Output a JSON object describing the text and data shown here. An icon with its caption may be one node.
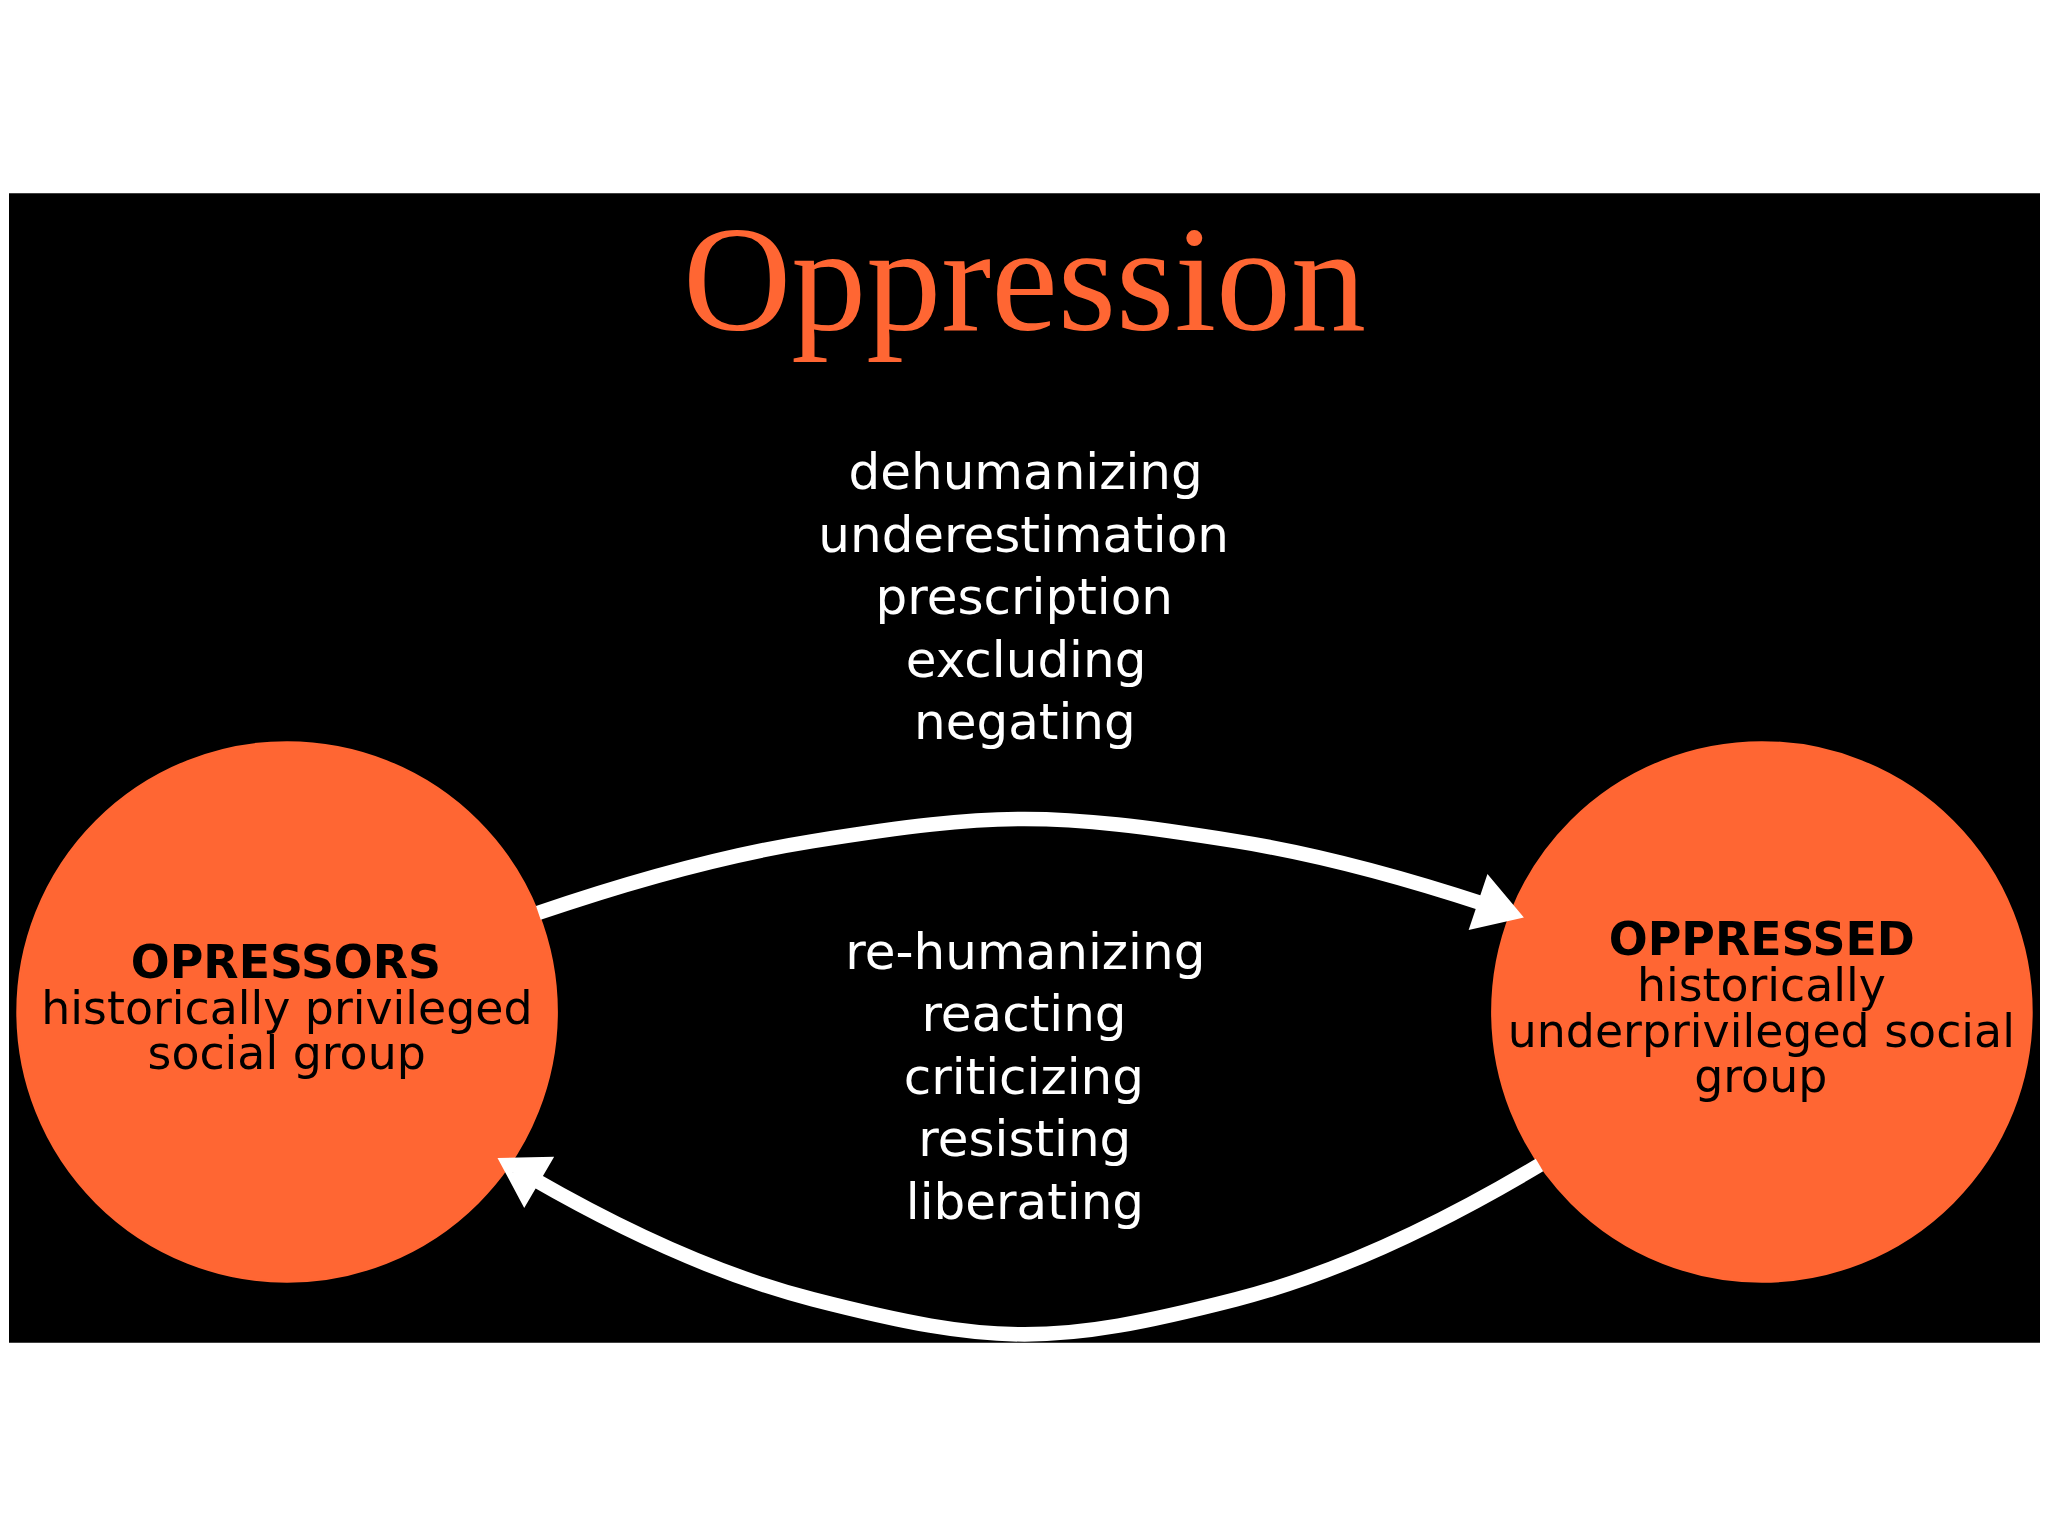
{
  "diagram": {
    "title": "Oppression",
    "nodes": [
      {
        "text": [
          "OPRESSORS",
          "historically privileged social group"
        ]
      },
      {
        "text": [
          "OPPRESSED",
          "historically underprivileged social group"
        ]
      }
    ],
    "edges": [
      {
        "from": 0,
        "to": 1,
        "arrow": "to",
        "label": "dehumanizing underestimation prescription excluding negating"
      },
      {
        "from": 1,
        "to": 0,
        "arrow": "to",
        "label": "re-humanizing reacting criticizing resisting liberating"
      }
    ]
  }
}
